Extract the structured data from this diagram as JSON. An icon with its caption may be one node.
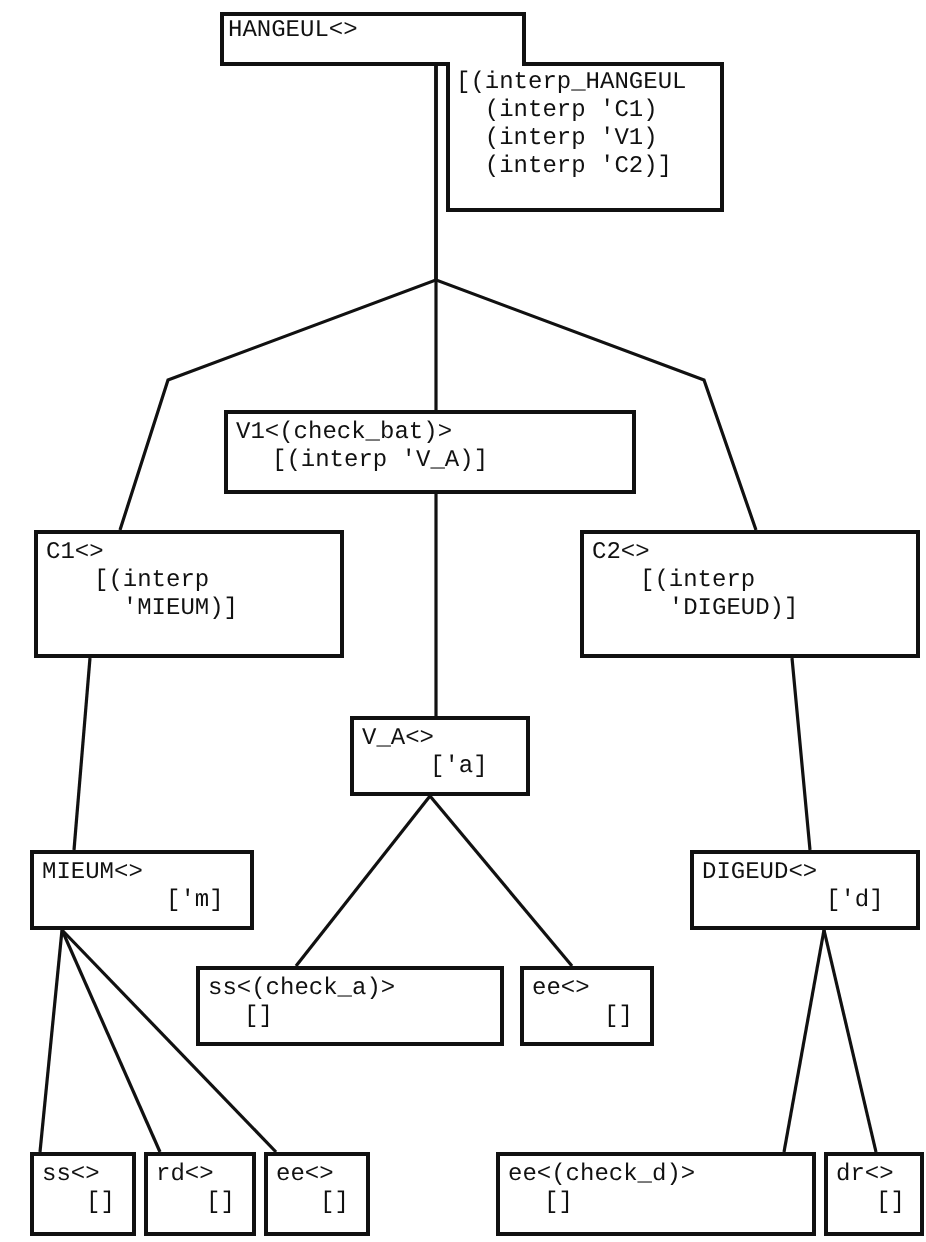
{
  "diagram": {
    "nodes": [
      {
        "text": [
          "HANGEUL<>",
          "[(interp_HANGEUL (interp 'C1) (interp 'V1) (interp 'C2)]"
        ]
      },
      {
        "text": [
          "V1<(check_bat)>",
          "[(interp 'V_A)]"
        ]
      },
      {
        "text": [
          "C1<>",
          "[(interp 'MIEUM)]"
        ]
      },
      {
        "text": [
          "C2<>",
          "[(interp 'DIGEUD)]"
        ]
      },
      {
        "text": [
          "V_A<>",
          "['a]"
        ]
      },
      {
        "text": [
          "MIEUM<>",
          "['m]"
        ]
      },
      {
        "text": [
          "DIGEUD<>",
          "['d]"
        ]
      },
      {
        "text": [
          "ss<(check_a)>",
          "[]"
        ]
      },
      {
        "text": [
          "ee<>",
          "[]"
        ]
      },
      {
        "text": [
          "ss<>",
          "[]"
        ]
      },
      {
        "text": [
          "rd<>",
          "[]"
        ]
      },
      {
        "text": [
          "ee<>",
          "[]"
        ]
      },
      {
        "text": [
          "ee<(check_d)>",
          "[]"
        ]
      },
      {
        "text": [
          "dr<>",
          "[]"
        ]
      }
    ],
    "edges": [
      {
        "from": 0,
        "to": 2,
        "arrow": "none"
      },
      {
        "from": 0,
        "to": 1,
        "arrow": "none"
      },
      {
        "from": 0,
        "to": 3,
        "arrow": "none"
      },
      {
        "from": 1,
        "to": 4,
        "arrow": "none"
      },
      {
        "from": 2,
        "to": 5,
        "arrow": "none"
      },
      {
        "from": 3,
        "to": 6,
        "arrow": "none"
      },
      {
        "from": 4,
        "to": 7,
        "arrow": "none"
      },
      {
        "from": 4,
        "to": 8,
        "arrow": "none"
      },
      {
        "from": 5,
        "to": 9,
        "arrow": "none"
      },
      {
        "from": 5,
        "to": 10,
        "arrow": "none"
      },
      {
        "from": 5,
        "to": 11,
        "arrow": "none"
      },
      {
        "from": 6,
        "to": 12,
        "arrow": "none"
      },
      {
        "from": 6,
        "to": 13,
        "arrow": "none"
      }
    ]
  }
}
